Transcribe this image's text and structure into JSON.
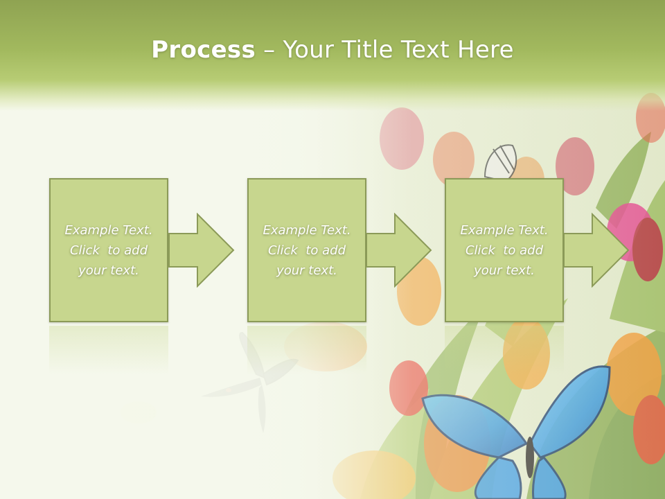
{
  "slide": {
    "title_bold": "Process",
    "title_rest": " – Your Title Text Here"
  },
  "steps": [
    {
      "lines": [
        "Example Text.",
        "Click  to add",
        "your text."
      ]
    },
    {
      "lines": [
        "Example Text.",
        "Click  to add",
        "your text."
      ]
    },
    {
      "lines": [
        "Example Text.",
        "Click  to add",
        "your text."
      ]
    }
  ],
  "colors": {
    "header_green": "#a2b95e",
    "box_fill": "#c7d68e",
    "box_border": "#8b9a58",
    "text": "#ffffff"
  },
  "icons": [
    "butterfly-icon",
    "tulip-icon",
    "arrow-right-icon"
  ]
}
